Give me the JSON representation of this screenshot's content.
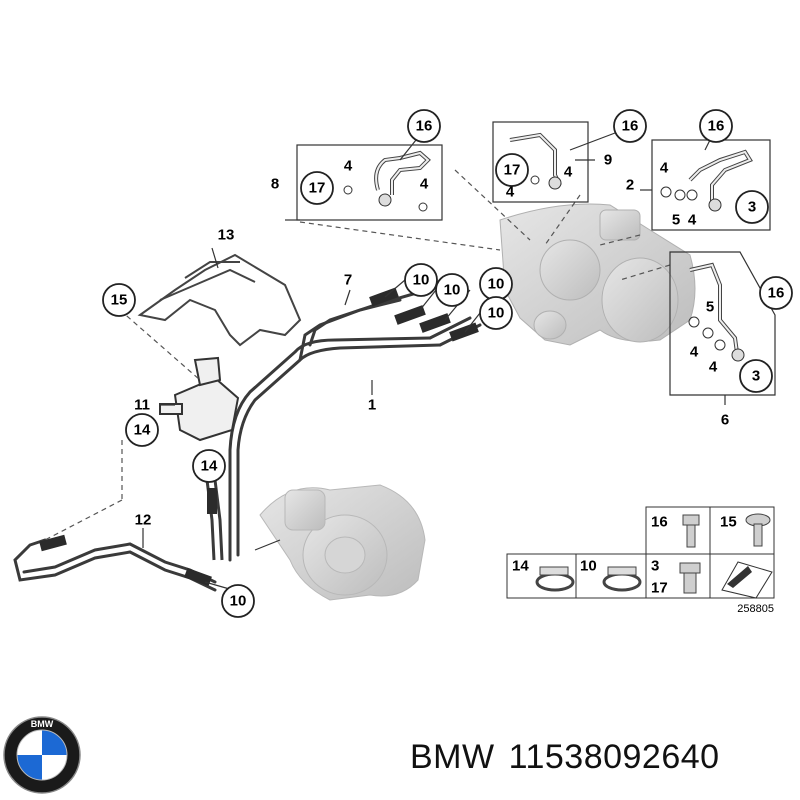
{
  "diagram": {
    "callouts": {
      "c16a": "16",
      "c16b": "16",
      "c16c": "16",
      "c16d": "16",
      "c17a": "17",
      "c17b": "17",
      "c10a": "10",
      "c10b": "10",
      "c10c": "10",
      "c10d": "10",
      "c10e": "10",
      "c15": "15",
      "c14a": "14",
      "c14b": "14",
      "c3a": "3",
      "c3b": "3"
    },
    "labels": {
      "l8": "8",
      "l9": "9",
      "l2": "2",
      "l13": "13",
      "l7": "7",
      "l1": "1",
      "l11": "11",
      "l12": "12",
      "l6": "6",
      "l4a": "4",
      "l4b": "4",
      "l4c": "4",
      "l4d": "4",
      "l4e": "4",
      "l4f": "4",
      "l4g": "4",
      "l4h": "4",
      "l5a": "5",
      "l5b": "5"
    },
    "legend": {
      "c16": "16",
      "c15": "15",
      "c14": "14",
      "c10": "10",
      "c3": "3",
      "c17": "17"
    },
    "diagram_number": "258805"
  },
  "footer": {
    "brand": "BMW",
    "part_number": "11538092640"
  },
  "logo": {
    "letters": "BMW",
    "colors": {
      "blue": "#1c69d4",
      "white": "#ffffff",
      "ring": "#1a1a1a"
    }
  }
}
